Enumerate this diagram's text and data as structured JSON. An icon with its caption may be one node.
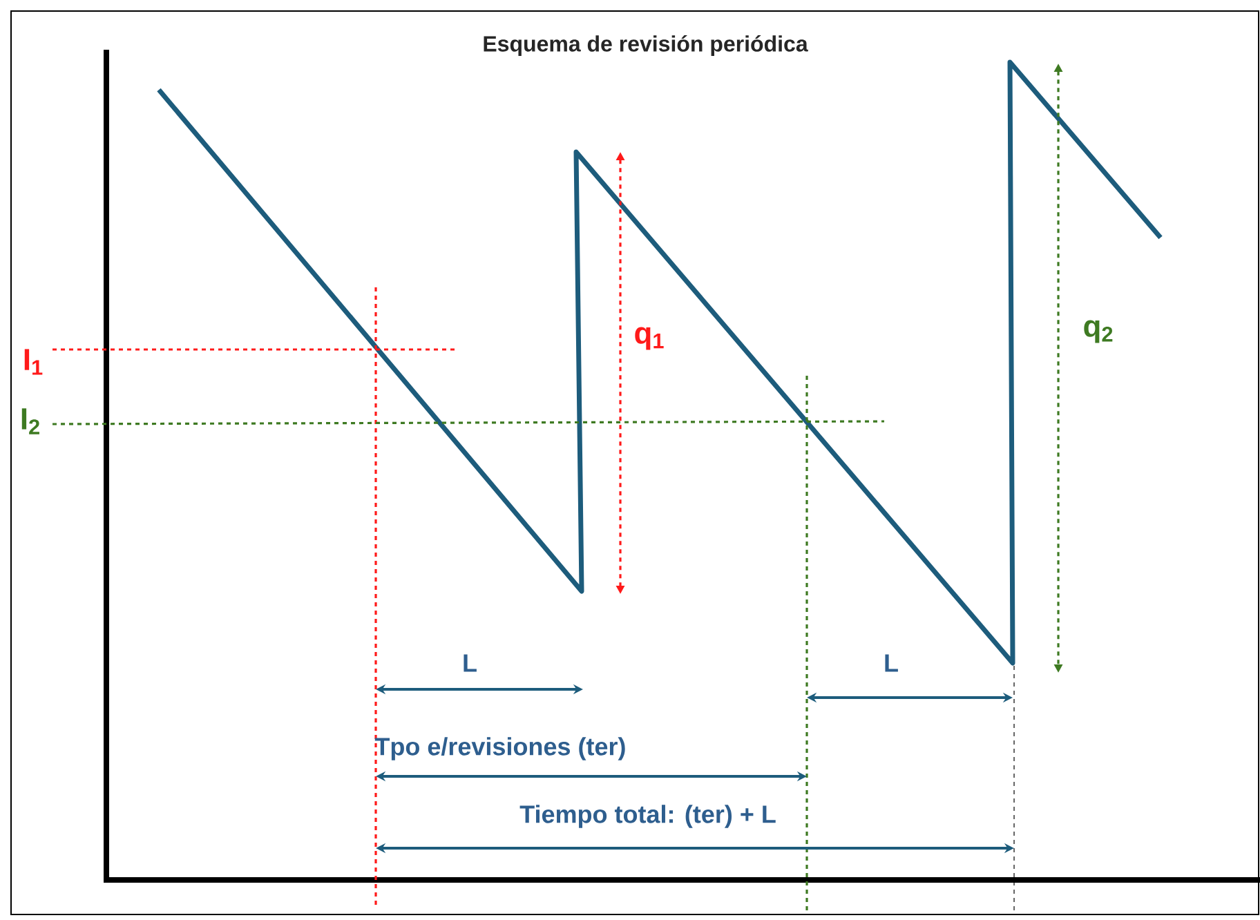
{
  "diagram": {
    "title": "Esquema de revisión periódica",
    "labels": [
      "I$_{1}$",
      "I$_{2}$",
      "q$_{1}$",
      "q$_{2}$",
      "L",
      "L",
      "Tpo e/revisiones  (ter)",
      "Tiempo total: (ter) + L"
    ]
  }
}
